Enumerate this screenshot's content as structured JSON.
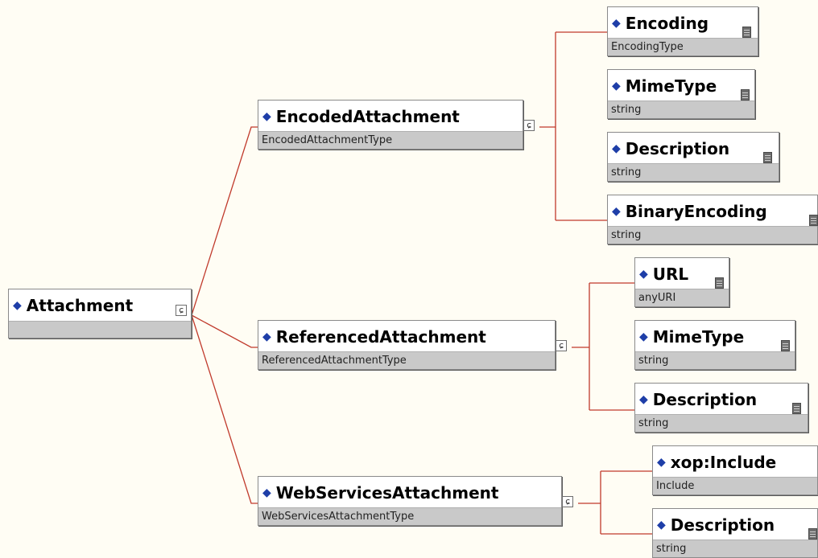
{
  "colors": {
    "connector": "#c0392b",
    "type_band": "#c9c9c9",
    "diamond": "#1e3ea8"
  },
  "nodes": {
    "attachment": {
      "name": "Attachment",
      "type": "",
      "icon": "sequence-compositor-icon"
    },
    "encoded_attachment": {
      "name": "EncodedAttachment",
      "type": "EncodedAttachmentType",
      "icon": "sequence-compositor-icon"
    },
    "referenced_attachment": {
      "name": "ReferencedAttachment",
      "type": "ReferencedAttachmentType",
      "icon": "sequence-compositor-icon"
    },
    "webservices_attachment": {
      "name": "WebServicesAttachment",
      "type": "WebServicesAttachmentType",
      "icon": "sequence-compositor-icon"
    },
    "encoding": {
      "name": "Encoding",
      "type": "EncodingType",
      "icon": "element-content-icon"
    },
    "mimetype_1": {
      "name": "MimeType",
      "type": "string",
      "icon": "element-content-icon"
    },
    "description_1": {
      "name": "Description",
      "type": "string",
      "icon": "element-content-icon"
    },
    "binary_encoding": {
      "name": "BinaryEncoding",
      "type": "string",
      "icon": "element-content-icon"
    },
    "url": {
      "name": "URL",
      "type": "anyURI",
      "icon": "element-content-icon"
    },
    "mimetype_2": {
      "name": "MimeType",
      "type": "string",
      "icon": "element-content-icon"
    },
    "description_2": {
      "name": "Description",
      "type": "string",
      "icon": "element-content-icon"
    },
    "xop_include": {
      "name": "xop:Include",
      "type": "Include",
      "icon": "element-content-icon"
    },
    "description_3": {
      "name": "Description",
      "type": "string",
      "icon": "element-content-icon"
    }
  }
}
